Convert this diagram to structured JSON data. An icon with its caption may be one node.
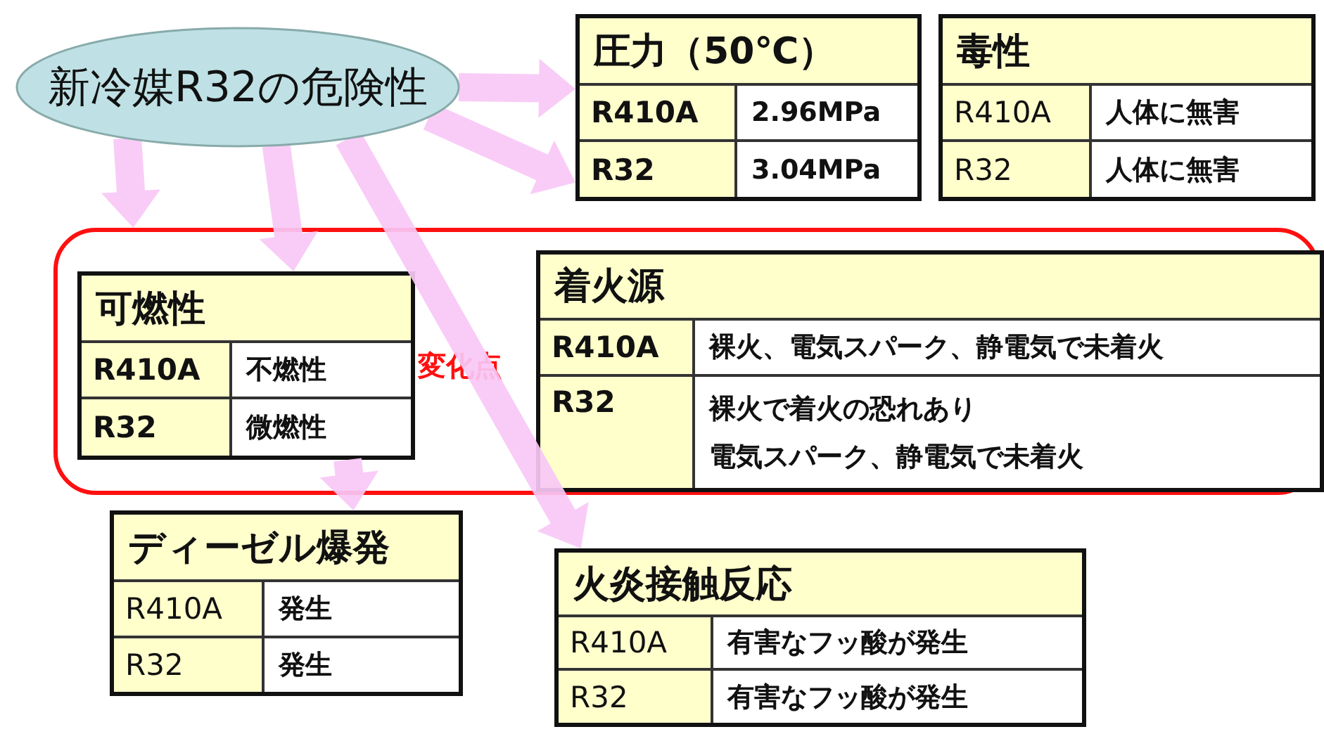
{
  "diagram": {
    "nodes": [
      {
        "text": [
          "新冷媒R32の危険性"
        ]
      },
      {
        "text": [
          "圧力（50℃）",
          "R410A",
          "2.96MPa",
          "R32",
          "3.04MPa"
        ]
      },
      {
        "text": [
          "毒性",
          "R410A",
          "人体に無害",
          "R32",
          "人体に無害"
        ]
      },
      {
        "text": [
          "変化点"
        ]
      },
      {
        "text": [
          "可燃性",
          "R410A",
          "不燃性",
          "R32",
          "微燃性"
        ],
        "in": 3
      },
      {
        "text": [
          "着火源",
          "R410A",
          "裸火、電気スパーク、静電気で未着火",
          "R32",
          "裸火で着火の恐れあり",
          "電気スパーク、静電気で未着火"
        ],
        "in": 3
      },
      {
        "text": [
          "ディーゼル爆発",
          "R410A",
          "発生",
          "R32",
          "発生"
        ]
      },
      {
        "text": [
          "火炎接触反応",
          "R410A",
          "有害なフッ酸が発生",
          "R32",
          "有害なフッ酸が発生"
        ]
      }
    ],
    "edges": [
      {
        "from": 0,
        "to": 1,
        "arrow": "to",
        "style": "thick"
      },
      {
        "from": 0,
        "to": 1,
        "arrow": "to",
        "style": "thick"
      },
      {
        "from": 0,
        "to": 3,
        "arrow": "to",
        "style": "thick"
      },
      {
        "from": 0,
        "to": 4,
        "arrow": "to",
        "style": "thick"
      },
      {
        "from": 0,
        "to": 7,
        "arrow": "to",
        "style": "thick"
      },
      {
        "from": 4,
        "to": 6,
        "arrow": "to",
        "style": "thick"
      }
    ]
  }
}
